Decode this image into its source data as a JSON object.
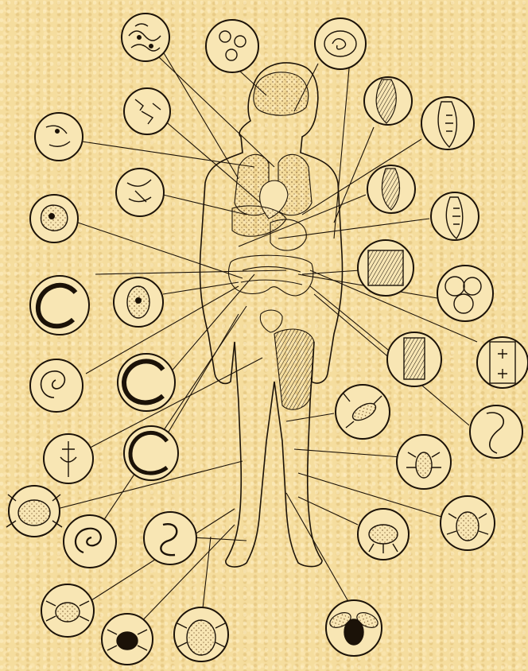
{
  "colors": {
    "background": "#f5dd9e",
    "ink": "#1b1208",
    "circle_fill": "#f8e6b4",
    "stipple": "#6b4a22"
  },
  "figure": {
    "subject": "human-body-outline",
    "organs": [
      "brain",
      "lungs",
      "heart",
      "liver",
      "stomach",
      "intestines",
      "bladder",
      "thigh-muscle"
    ],
    "labels_printed": false
  },
  "parasites": [
    {
      "icon": "trypanosome-cluster-icon"
    },
    {
      "icon": "cyst-cluster-icon"
    },
    {
      "icon": "larva-in-cyst-icon"
    },
    {
      "icon": "flagellate-icon"
    },
    {
      "icon": "fluke-icon"
    },
    {
      "icon": "crescent-protozoa-icon"
    },
    {
      "icon": "tapeworm-segment-icon"
    },
    {
      "icon": "giardia-icon"
    },
    {
      "icon": "liver-fluke-icon"
    },
    {
      "icon": "amoeba-icon"
    },
    {
      "icon": "lancet-fluke-icon"
    },
    {
      "icon": "roundworm-coil-icon"
    },
    {
      "icon": "proglottid-icon"
    },
    {
      "icon": "ciliate-icon"
    },
    {
      "icon": "hydatid-cyst-icon"
    },
    {
      "icon": "whipworm-icon"
    },
    {
      "icon": "hookworm-coil-icon"
    },
    {
      "icon": "pork-tapeworm-segment-icon"
    },
    {
      "icon": "cestode-segment-icon"
    },
    {
      "icon": "mosquito-icon"
    },
    {
      "icon": "trichomonas-icon"
    },
    {
      "icon": "pinworm-coil-icon"
    },
    {
      "icon": "hooked-larva-icon"
    },
    {
      "icon": "louse-icon"
    },
    {
      "icon": "scabies-mite-icon"
    },
    {
      "icon": "bed-bug-icon"
    },
    {
      "icon": "filaria-coil-icon"
    },
    {
      "icon": "threadworm-knot-icon"
    },
    {
      "icon": "flea-icon"
    },
    {
      "icon": "tick-icon"
    },
    {
      "icon": "hard-tick-icon"
    },
    {
      "icon": "soft-tick-icon"
    },
    {
      "icon": "fly-icon"
    }
  ]
}
